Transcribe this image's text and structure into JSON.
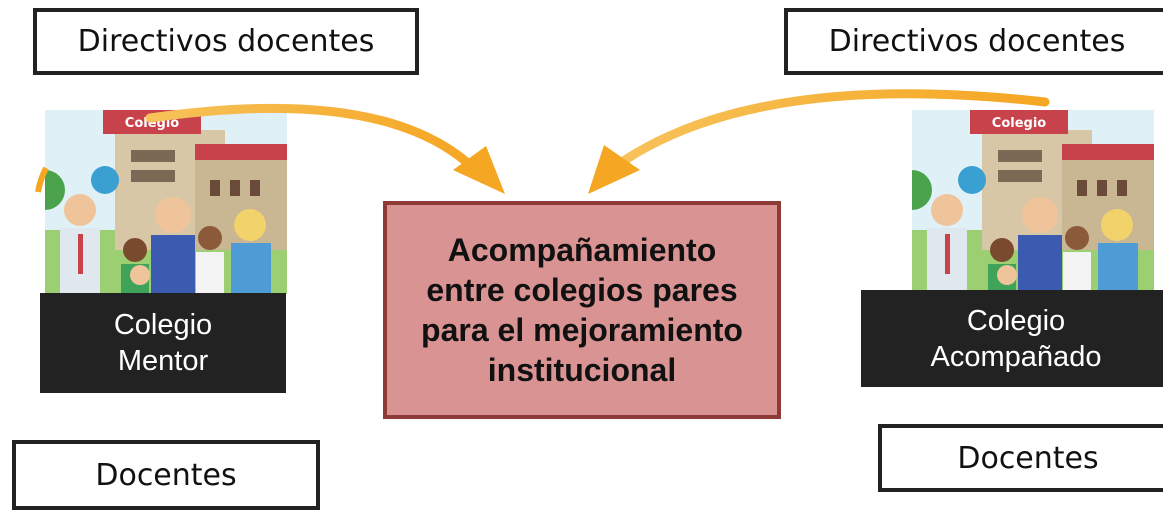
{
  "nodes": {
    "directivos_left": "Directivos docentes",
    "directivos_right": "Directivos docentes",
    "docentes_left": "Docentes",
    "docentes_right": "Docentes",
    "mentor": {
      "line1": "Colegio",
      "line2": "Mentor"
    },
    "acompanado": {
      "line1": "Colegio",
      "line2": "Acompañado"
    },
    "center": "Acompañamiento entre colegios pares para el mejoramiento institucional"
  },
  "illustration": {
    "sign_text": "Colegio"
  },
  "colors": {
    "center_fill": "#d99393",
    "center_border": "#8e3b37",
    "arrow": "#f5a623",
    "label_dark": "#222222"
  }
}
